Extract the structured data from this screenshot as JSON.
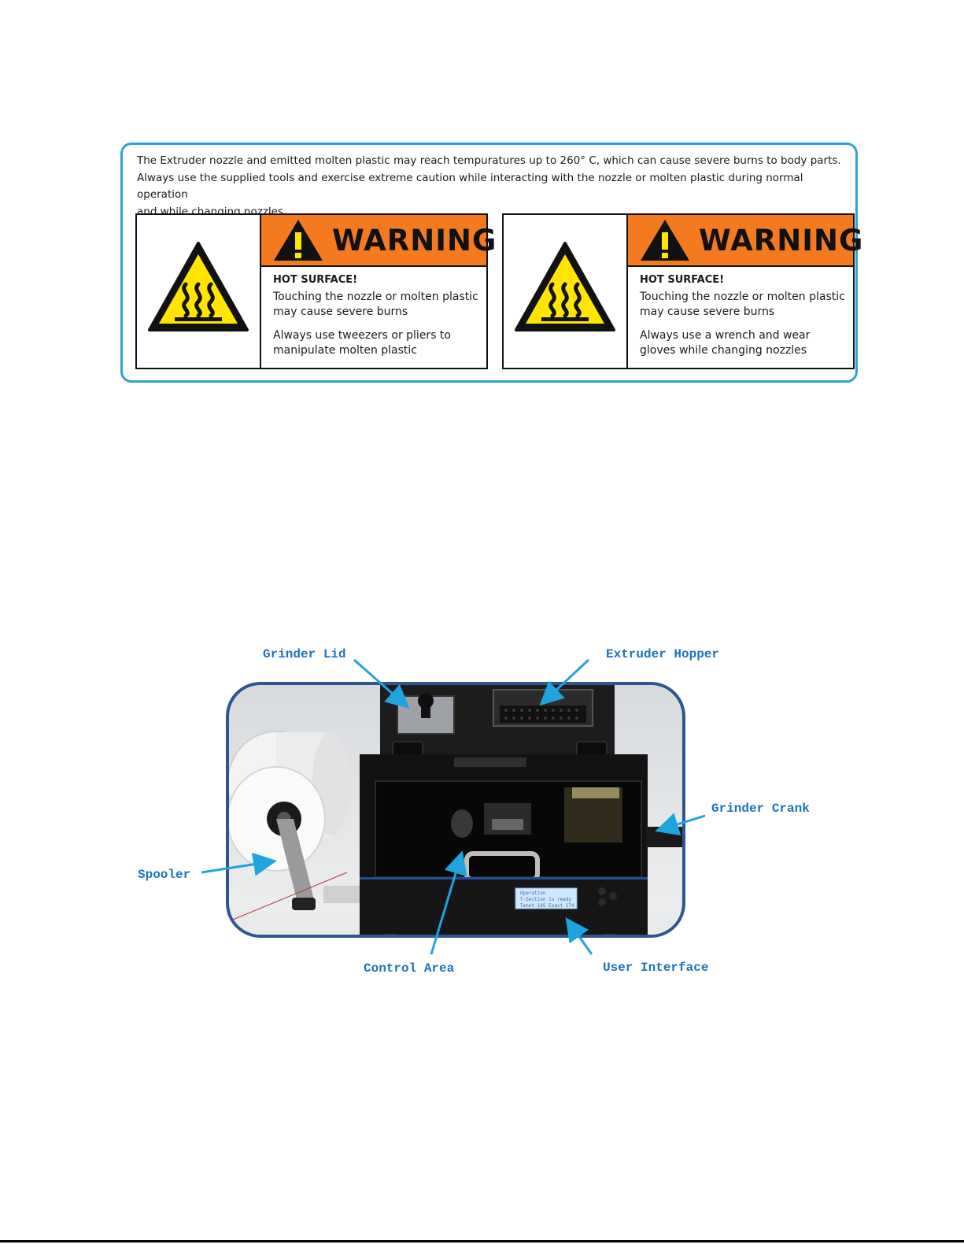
{
  "intro_lines": [
    "The Extruder nozzle and emitted molten plastic may reach tempuratures up to 260° C, which can cause severe burns to body parts.",
    "Always use the supplied tools and exercise extreme caution while interacting with the nozzle or molten plastic during normal operation",
    "and while changing nozzles."
  ],
  "labels": [
    {
      "banner": "WARNING",
      "heading": "HOT SURFACE!",
      "line1": "Touching the nozzle or molten plastic may cause severe burns",
      "line2": "Always use tweezers or pliers to manipulate molten plastic"
    },
    {
      "banner": "WARNING",
      "heading": "HOT SURFACE!",
      "line1": "Touching the nozzle or molten plastic may cause severe burns",
      "line2": "Always use a wrench and wear gloves while changing nozzles"
    }
  ],
  "icons": {
    "hot_surface": "hot-surface-triangle",
    "exclamation": "exclamation-triangle"
  },
  "colors": {
    "box_border": "#2aa3d8",
    "banner": "#f47a20",
    "hazard_yellow": "#ffe500",
    "callout_text": "#1a73c0",
    "callout_arrow": "#1fa4e0",
    "photo_border": "#2d578e"
  },
  "figure": {
    "callouts": {
      "grinder_lid": "Grinder Lid",
      "extruder_hopper": "Extruder Hopper",
      "grinder_crank": "Grinder Crank",
      "spooler": "Spooler",
      "control_area": "Control Area",
      "user_interface": "User Interface"
    },
    "lcd_lines": [
      "  Operation  ",
      "T-Section is ready",
      "Tenet 195  Exact 174"
    ]
  }
}
